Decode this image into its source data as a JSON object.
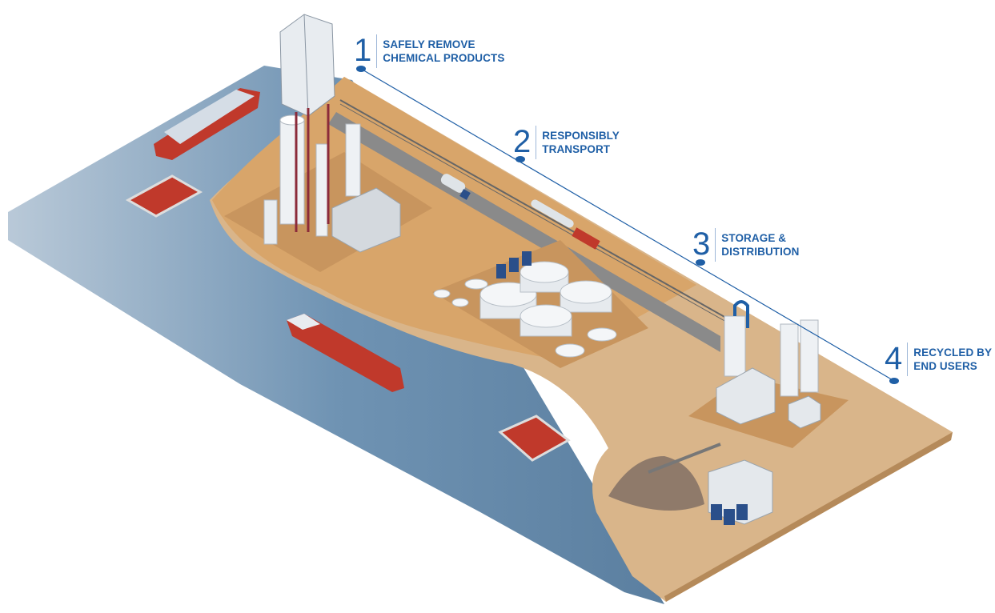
{
  "steps": [
    {
      "number": "1",
      "line1": "SAFELY REMOVE",
      "line2": "CHEMICAL PRODUCTS"
    },
    {
      "number": "2",
      "line1": "RESPONSIBLY",
      "line2": "TRANSPORT"
    },
    {
      "number": "3",
      "line1": "STORAGE &",
      "line2": "DISTRIBUTION"
    },
    {
      "number": "4",
      "line1": "RECYCLED BY",
      "line2": "END USERS"
    }
  ],
  "colors": {
    "accent": "#1f5fa6",
    "land": "#d9b58a",
    "land_dark": "#c8955e",
    "water": "#6a8fb0",
    "ship_red": "#c0392b"
  }
}
